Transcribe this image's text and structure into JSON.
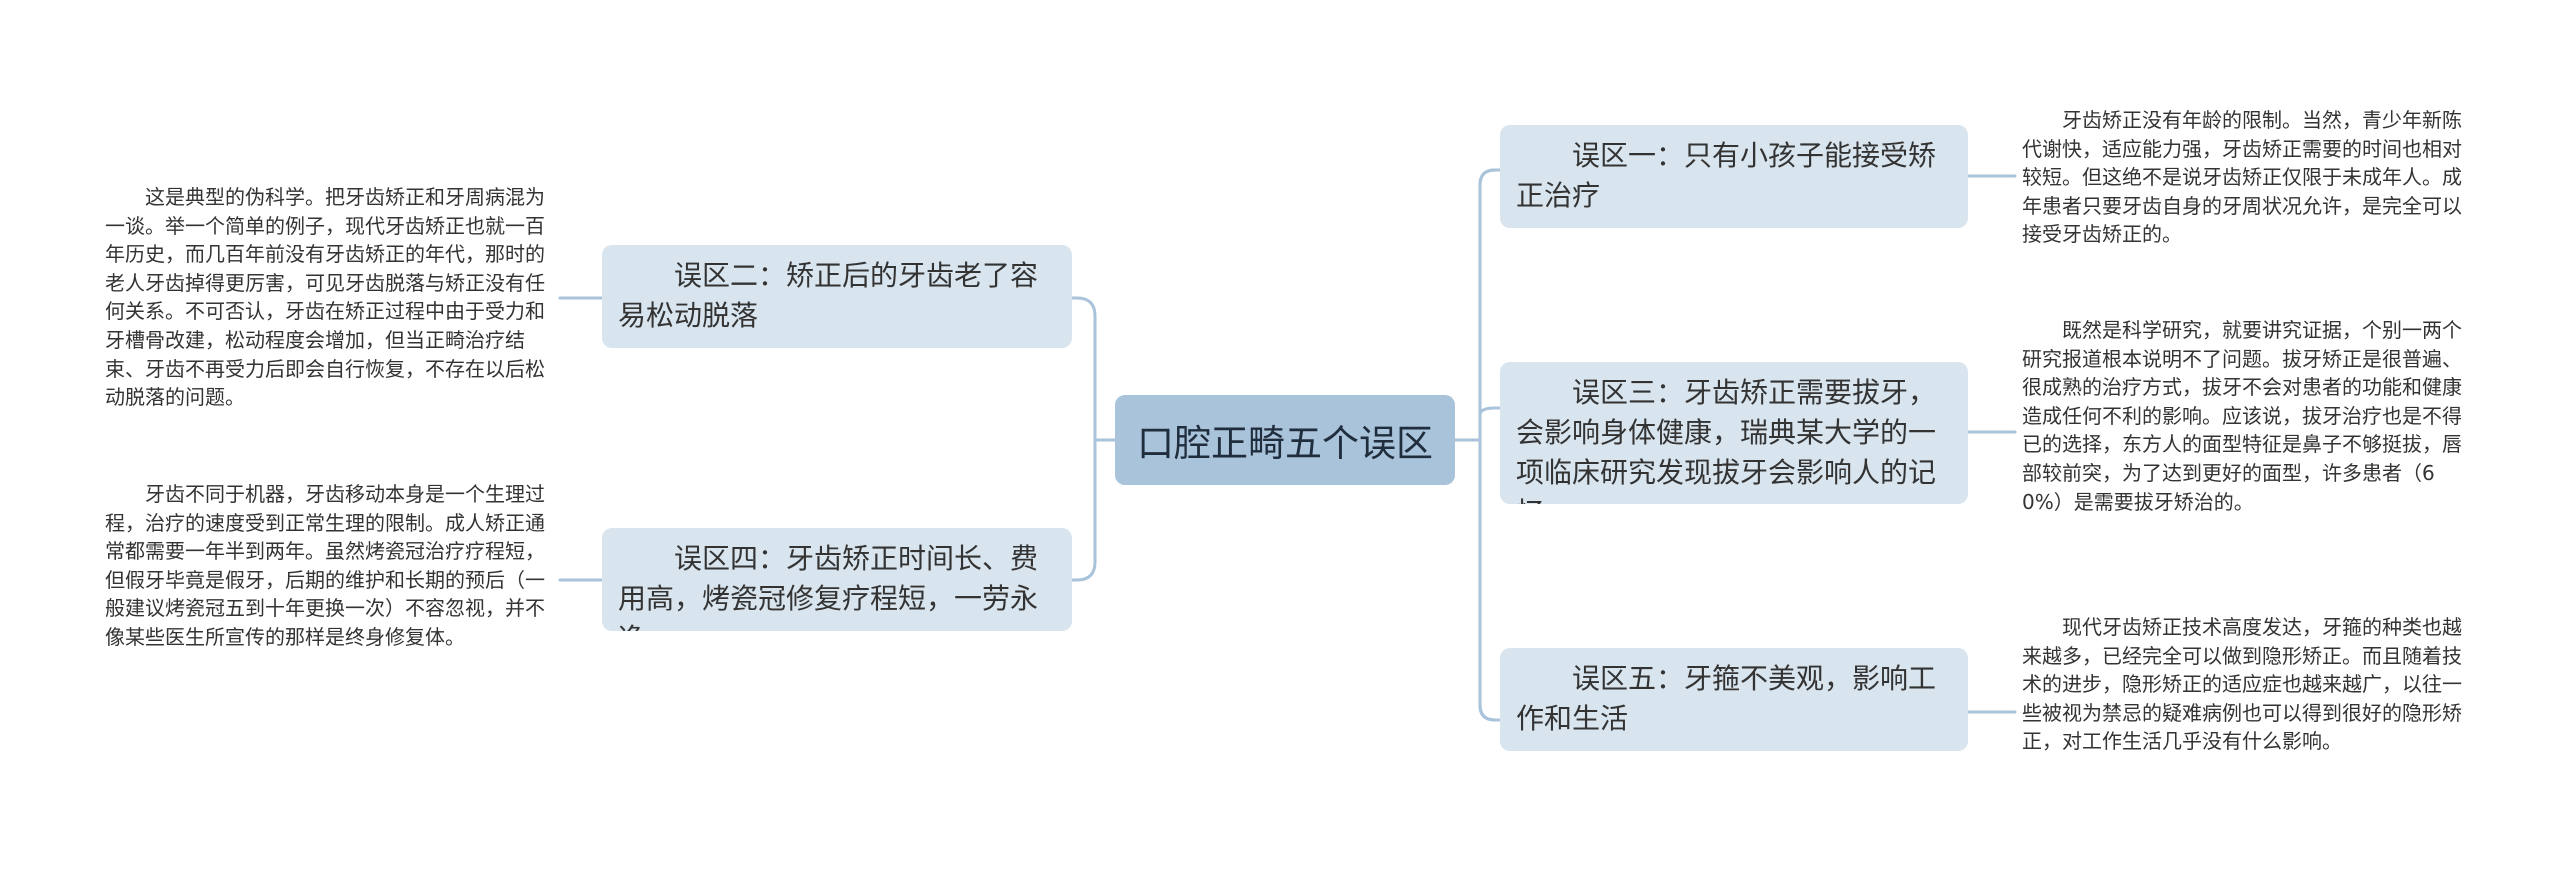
{
  "central_topic": "口腔正畸五个误区",
  "branches": [
    {
      "title": "误区一：只有小孩子能接受矫正治疗",
      "note": "牙齿矫正没有年龄的限制。当然，青少年新陈代谢快，适应能力强，牙齿矫正需要的时间也相对较短。但这绝不是说牙齿矫正仅限于未成年人。成年患者只要牙齿自身的牙周状况允许，是完全可以接受牙齿矫正的。"
    },
    {
      "title": "误区二：矫正后的牙齿老了容易松动脱落",
      "note": "这是典型的伪科学。把牙齿矫正和牙周病混为一谈。举一个简单的例子，现代牙齿矫正也就一百年历史，而几百年前没有牙齿矫正的年代，那时的老人牙齿掉得更厉害，可见牙齿脱落与矫正没有任何关系。不可否认，牙齿在矫正过程中由于受力和牙槽骨改建，松动程度会增加，但当正畸治疗结束、牙齿不再受力后即会自行恢复，不存在以后松动脱落的问题。"
    },
    {
      "title": "误区三：牙齿矫正需要拔牙，会影响身体健康，瑞典某大学的一项临床研究发现拔牙会影响人的记忆",
      "note": "既然是科学研究，就要讲究证据，个别一两个研究报道根本说明不了问题。拔牙矫正是很普遍、很成熟的治疗方式，拔牙不会对患者的功能和健康造成任何不利的影响。应该说，拔牙治疗也是不得已的选择，东方人的面型特征是鼻子不够挺拔，唇部较前突，为了达到更好的面型，许多患者（60%）是需要拔牙矫治的。"
    },
    {
      "title": "误区四：牙齿矫正时间长、费用高，烤瓷冠修复疗程短，一劳永逸",
      "note": "牙齿不同于机器，牙齿移动本身是一个生理过程，治疗的速度受到正常生理的限制。成人矫正通常都需要一年半到两年。虽然烤瓷冠治疗疗程短，但假牙毕竟是假牙，后期的维护和长期的预后（一般建议烤瓷冠五到十年更换一次）不容忽视，并不像某些医生所宣传的那样是终身修复体。"
    },
    {
      "title": "误区五：牙箍不美观，影响工作和生活",
      "note": "现代牙齿矫正技术高度发达，牙箍的种类也越来越多，已经完全可以做到隐形矫正。而且随着技术的进步，隐形矫正的适应症也越来越广，以往一些被视为禁忌的疑难病例也可以得到很好的隐形矫正，对工作生活几乎没有什么影响。"
    }
  ],
  "colors": {
    "connector": "#a9c3db",
    "root_fill": "#a9c3db",
    "topic_fill": "#d8e4ee",
    "text": "#333333"
  }
}
